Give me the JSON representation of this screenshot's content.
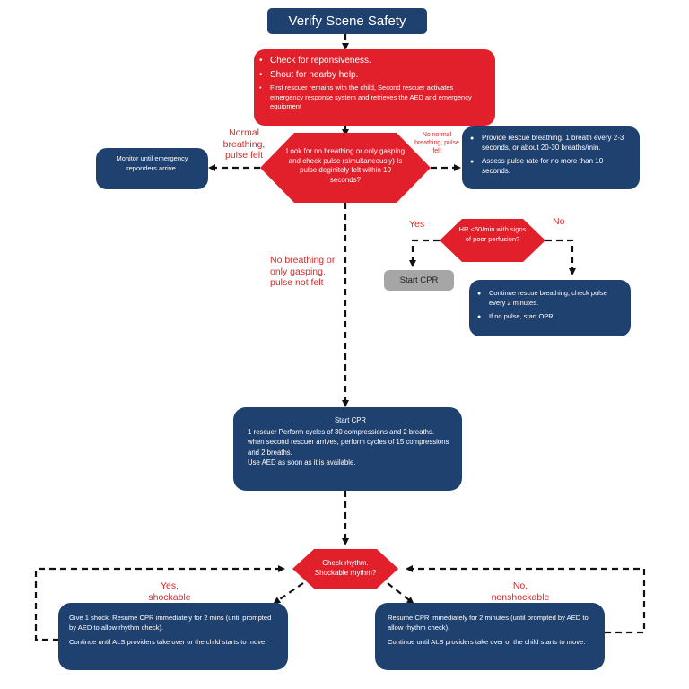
{
  "top": {
    "title": "Verify Scene Safety"
  },
  "assess": {
    "items": [
      "Check for reponsiveness.",
      "Shout for nearby help.",
      "First rescuer remains with the child, Second rescuer activates emergency response system and retrieves the AED and emergency equipment"
    ]
  },
  "check_pulse": {
    "text": "Look for no breathing or only gasping and check pulse (simultaneously) Is pulse deginitely felt within 10 seconds?"
  },
  "normal": {
    "label": "Normal breathing, pulse felt",
    "monitor": "Monitor until emergency reponders arrive."
  },
  "no_normal": {
    "label": "No normal breathing, pulse felt",
    "items": [
      "Provide rescue breathing, 1 breath every 2-3 seconds, or about 20-30 breaths/min.",
      "Assess pulse rate for no more than 10 seconds."
    ]
  },
  "hr_check": {
    "text": "HR <60/min with signs of poor perfusion?",
    "yes": "Yes",
    "no": "No",
    "start_cpr": "Start CPR",
    "continue_items": [
      "Continue rescue breathing; check pulse every 2 minutes.",
      "If no pulse, start OPR."
    ]
  },
  "no_breathing": {
    "label": "No breathing or only gasping, pulse not felt"
  },
  "cpr": {
    "title": "Start CPR",
    "lines": [
      "1 rescuer Perform cycles of 30 compressions and 2 breaths.",
      "when second rescuer arrives, perform cycles of 15 compressions and 2 breaths.",
      "Use AED as soon as it is available."
    ]
  },
  "rhythm": {
    "text": "Check rhythm. Shockable rhythm?",
    "yes_label": "Yes, shockable",
    "no_label": "No, nonshockable"
  },
  "shock": {
    "p1": "Give 1 shock. Resume CPR immediately for 2 mins (until prompted by AED to allow rhythm check).",
    "p2": "Continue until ALS providers take over or the child starts to move."
  },
  "resume": {
    "p1": "Resume CPR immediately for 2 minutes (until prompted by AED to allow rhythm check).",
    "p2": "Continue until ALS providers take over or the child starts to move."
  },
  "colors": {
    "navy": "#1f4170",
    "red": "#e2202c",
    "grey": "#a6a6a6",
    "label_red": "#d42a2a"
  }
}
